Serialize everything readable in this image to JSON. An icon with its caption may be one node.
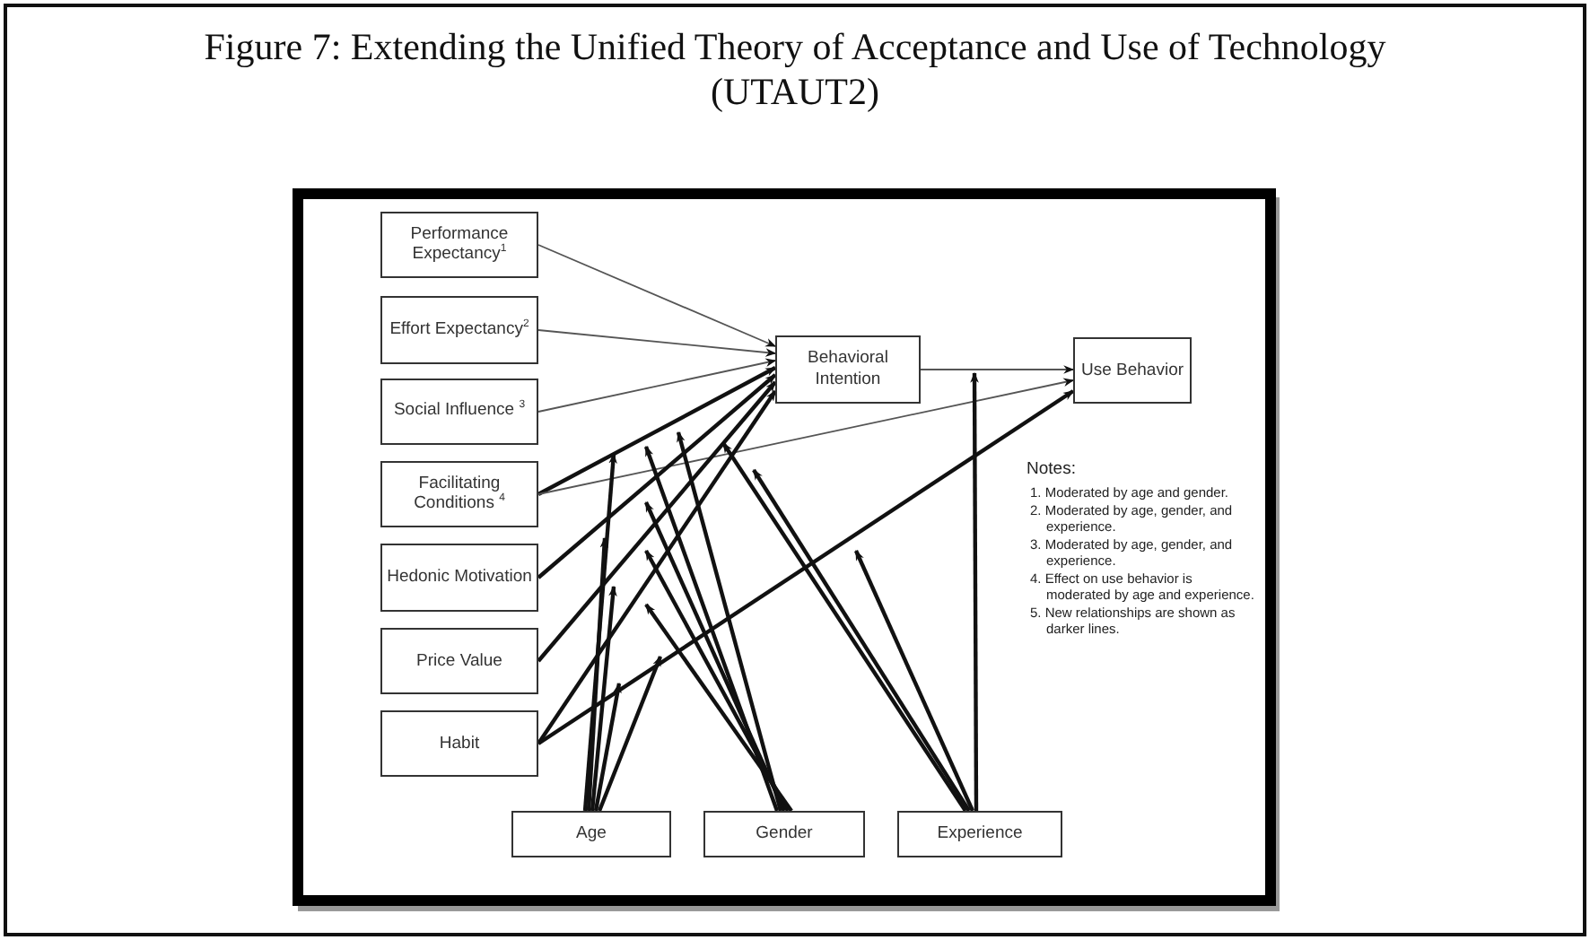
{
  "diagram": {
    "title": "Figure 7: Extending the Unified Theory of Acceptance and Use of Technology (UTAUT2)",
    "nodes": [
      {
        "text": [
          "Performance Expectancy$^{1}$"
        ]
      },
      {
        "text": [
          "Effort Expectancy$^{2}$"
        ]
      },
      {
        "text": [
          "Social Influence $^{3}$"
        ]
      },
      {
        "text": [
          "Facilitating Conditions $^{4}$"
        ]
      },
      {
        "text": [
          "Hedonic Motivation"
        ]
      },
      {
        "text": [
          "Price Value"
        ]
      },
      {
        "text": [
          "Habit"
        ]
      },
      {
        "text": [
          "Behavioral Intention"
        ]
      },
      {
        "text": [
          "Use Behavior"
        ]
      },
      {
        "text": [
          "Age"
        ]
      },
      {
        "text": [
          "Gender"
        ]
      },
      {
        "text": [
          "Experience"
        ]
      }
    ],
    "edges": [
      {
        "from": 0,
        "to": 7,
        "arrow": "to",
        "color": "#555555"
      },
      {
        "from": 1,
        "to": 7,
        "arrow": "to",
        "color": "#555555"
      },
      {
        "from": 2,
        "to": 7,
        "arrow": "to",
        "color": "#555555"
      },
      {
        "from": 3,
        "to": 7,
        "arrow": "to"
      },
      {
        "from": 3,
        "to": 8,
        "arrow": "to",
        "color": "#555555"
      },
      {
        "from": 4,
        "to": 7,
        "arrow": "to"
      },
      {
        "from": 5,
        "to": 7,
        "arrow": "to"
      },
      {
        "from": 6,
        "to": 7,
        "arrow": "to"
      },
      {
        "from": 6,
        "to": 8,
        "arrow": "to"
      },
      {
        "from": 7,
        "to": 8,
        "arrow": "to",
        "color": "#555555"
      },
      {
        "from": 9,
        "to": null,
        "arrow": "to"
      },
      {
        "from": 9,
        "to": null,
        "arrow": "to"
      },
      {
        "from": 9,
        "to": null,
        "arrow": "to"
      },
      {
        "from": 9,
        "to": null,
        "arrow": "to"
      },
      {
        "from": 9,
        "to": null,
        "arrow": "to"
      },
      {
        "from": 10,
        "to": null,
        "arrow": "to"
      },
      {
        "from": 10,
        "to": null,
        "arrow": "to"
      },
      {
        "from": 10,
        "to": null,
        "arrow": "to"
      },
      {
        "from": 10,
        "to": null,
        "arrow": "to"
      },
      {
        "from": 10,
        "to": null,
        "arrow": "to"
      },
      {
        "from": 11,
        "to": null,
        "arrow": "to"
      },
      {
        "from": 11,
        "to": null,
        "arrow": "to"
      },
      {
        "from": 11,
        "to": null,
        "arrow": "to"
      },
      {
        "from": 11,
        "to": null,
        "arrow": "to"
      }
    ],
    "labels": [
      "Notes:",
      "1. Moderated by age and gender.",
      "2. Moderated by age, gender, and experience.",
      "3. Moderated by age, gender, and experience.",
      "4. Effect on use behavior is moderated by age and experience.",
      "5. New relationships are shown as darker lines."
    ]
  }
}
